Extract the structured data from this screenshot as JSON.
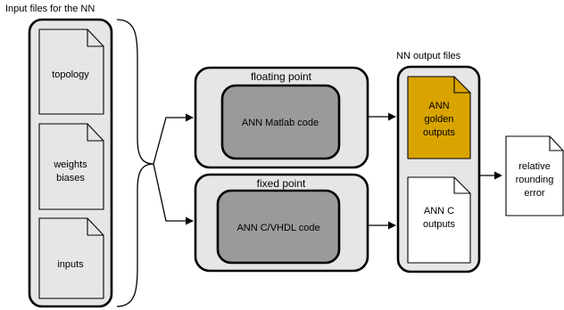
{
  "input_group": {
    "title": "Input files for the NN",
    "files": [
      {
        "lines": [
          "topology"
        ]
      },
      {
        "lines": [
          "weights",
          "biases"
        ]
      },
      {
        "lines": [
          "inputs"
        ]
      }
    ]
  },
  "floating_block": {
    "title": "floating point",
    "code_label": "ANN Matlab code"
  },
  "fixed_block": {
    "title": "fixed point",
    "code_label": "ANN C/VHDL code"
  },
  "output_group": {
    "title": "NN output files",
    "golden_file": {
      "lines": [
        "ANN",
        "golden",
        "outputs"
      ]
    },
    "c_file": {
      "lines": [
        "ANN C",
        "outputs"
      ]
    }
  },
  "result_file": {
    "lines": [
      "relative",
      "rounding",
      "error"
    ]
  },
  "colors": {
    "container_fill": "#e6e6e6",
    "code_fill": "#9a9a9a",
    "golden_fill": "#d9a400",
    "result_fill": "#ffffff"
  }
}
